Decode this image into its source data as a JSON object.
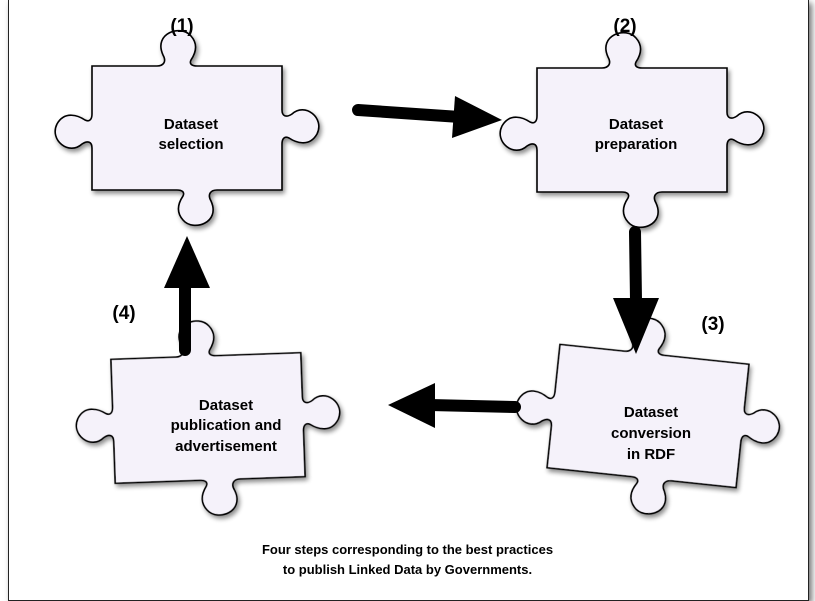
{
  "diagram": {
    "steps": [
      {
        "number": "(1)",
        "lines": [
          "Dataset",
          "selection"
        ]
      },
      {
        "number": "(2)",
        "lines": [
          "Dataset",
          "preparation"
        ]
      },
      {
        "number": "(3)",
        "lines": [
          "Dataset",
          "conversion",
          "in RDF"
        ]
      },
      {
        "number": "(4)",
        "lines": [
          "Dataset",
          "publication and",
          "advertisement"
        ]
      }
    ],
    "caption": {
      "line1": "Four steps corresponding to the best practices",
      "line2": "to publish Linked Data by Governments."
    },
    "colors": {
      "piece_fill": "#f5f2fa",
      "piece_stroke": "#000000",
      "arrow": "#000000"
    }
  }
}
